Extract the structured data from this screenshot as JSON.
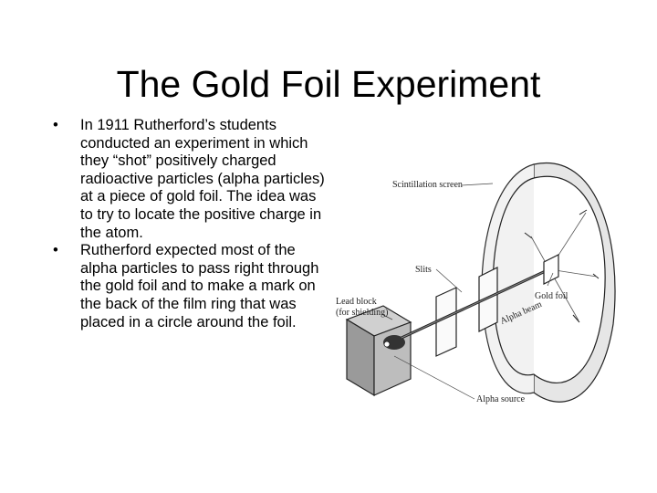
{
  "slide": {
    "title": "The Gold Foil Experiment",
    "bullet_symbol": "•",
    "bullets": [
      "In 1911 Rutherford’s students conducted an experiment in which they “shot” positively charged radioactive particles (alpha particles) at a piece of gold foil. The idea was to try to locate the positive charge in the atom.",
      "Rutherford expected most of the alpha particles to pass right through the gold foil and to make a mark on the back of the film ring that was placed in a circle around the foil."
    ]
  },
  "diagram": {
    "labels": {
      "screen": "Scintillation screen",
      "slits": "Slits",
      "lead_line1": "Lead block",
      "lead_line2": "(for shielding)",
      "beam": "Alpha beam",
      "foil": "Gold foil",
      "source": "Alpha source"
    }
  }
}
